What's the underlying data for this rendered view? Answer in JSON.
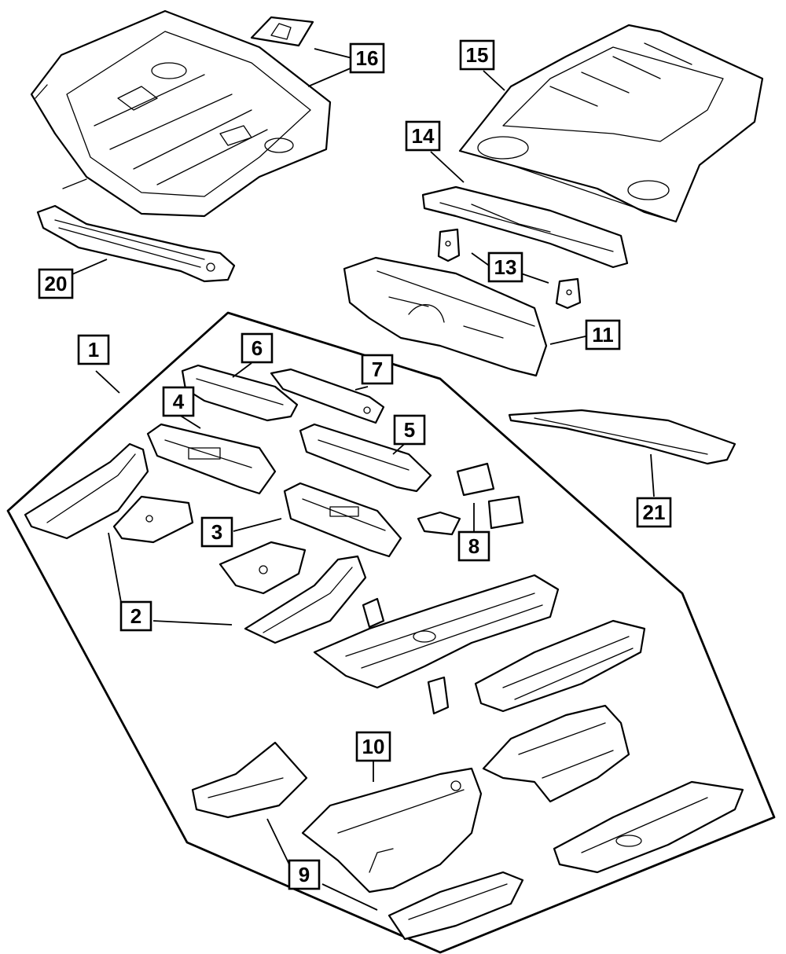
{
  "diagram": {
    "callouts": [
      {
        "id": "c1",
        "label": "1"
      },
      {
        "id": "c2",
        "label": "2"
      },
      {
        "id": "c3",
        "label": "3"
      },
      {
        "id": "c4",
        "label": "4"
      },
      {
        "id": "c5",
        "label": "5"
      },
      {
        "id": "c6",
        "label": "6"
      },
      {
        "id": "c7",
        "label": "7"
      },
      {
        "id": "c8",
        "label": "8"
      },
      {
        "id": "c9",
        "label": "9"
      },
      {
        "id": "c10",
        "label": "10"
      },
      {
        "id": "c11",
        "label": "11"
      },
      {
        "id": "c13",
        "label": "13"
      },
      {
        "id": "c14",
        "label": "14"
      },
      {
        "id": "c15",
        "label": "15"
      },
      {
        "id": "c16",
        "label": "16"
      },
      {
        "id": "c20",
        "label": "20"
      },
      {
        "id": "c21",
        "label": "21"
      }
    ]
  }
}
